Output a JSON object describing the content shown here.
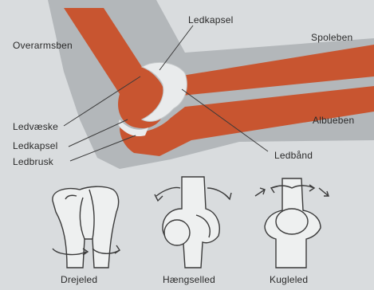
{
  "labels": {
    "overarmsben": "Overarmsben",
    "ledkapsel_top": "Ledkapsel",
    "spoleben": "Spoleben",
    "albueben": "Albueben",
    "ledvaeske": "Ledvæske",
    "ledkapsel_left": "Ledkapsel",
    "ledbrusk": "Ledbrusk",
    "ledbaand": "Ledbånd",
    "drejeled": "Drejeled",
    "haengselled": "Hængselled",
    "kugleled": "Kugleled"
  },
  "colors": {
    "background": "#d9dcde",
    "arm_shadow": "#b3b7ba",
    "bone": "#c85530",
    "capsule": "#e9ebec",
    "joint_fill": "#eef0f0",
    "line": "#3a3a3a",
    "text": "#2a2a2a"
  }
}
